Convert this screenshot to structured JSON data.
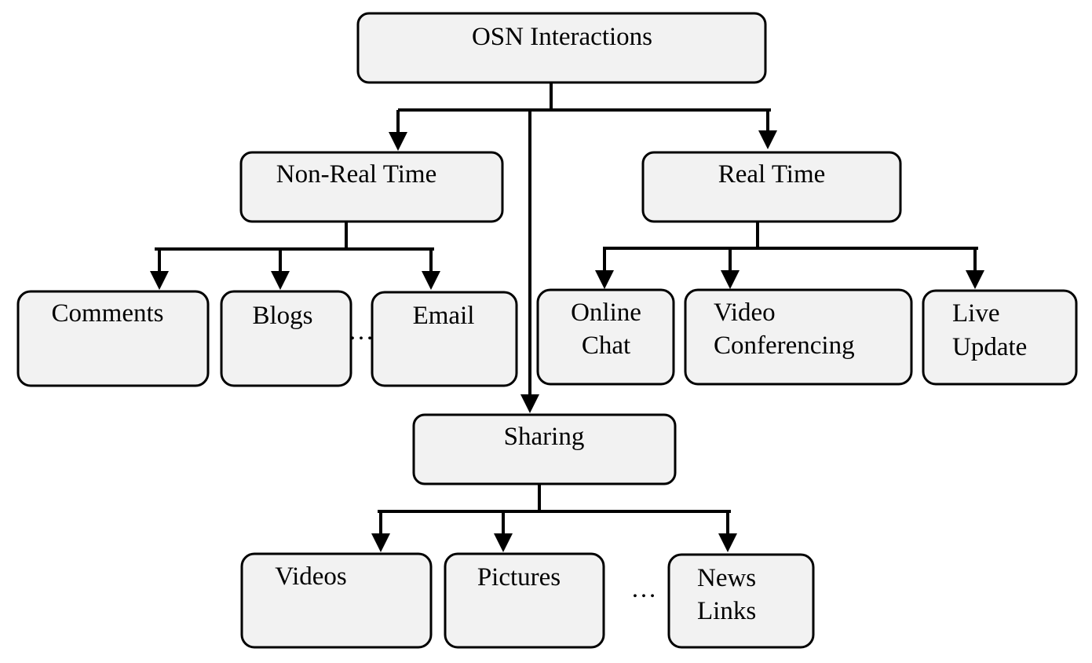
{
  "nodes": {
    "root": "OSN Interactions",
    "non_real_time": "Non-Real Time",
    "real_time": "Real Time",
    "sharing": "Sharing",
    "comments": "Comments",
    "blogs": "Blogs",
    "email": "Email",
    "online_chat": [
      "Online",
      "Chat"
    ],
    "video_conferencing": [
      "Video",
      "Conferencing"
    ],
    "live_update": [
      "Live",
      "Update"
    ],
    "videos": "Videos",
    "pictures": "Pictures",
    "news_links": [
      "News",
      "Links"
    ]
  },
  "ellipsis": "…"
}
